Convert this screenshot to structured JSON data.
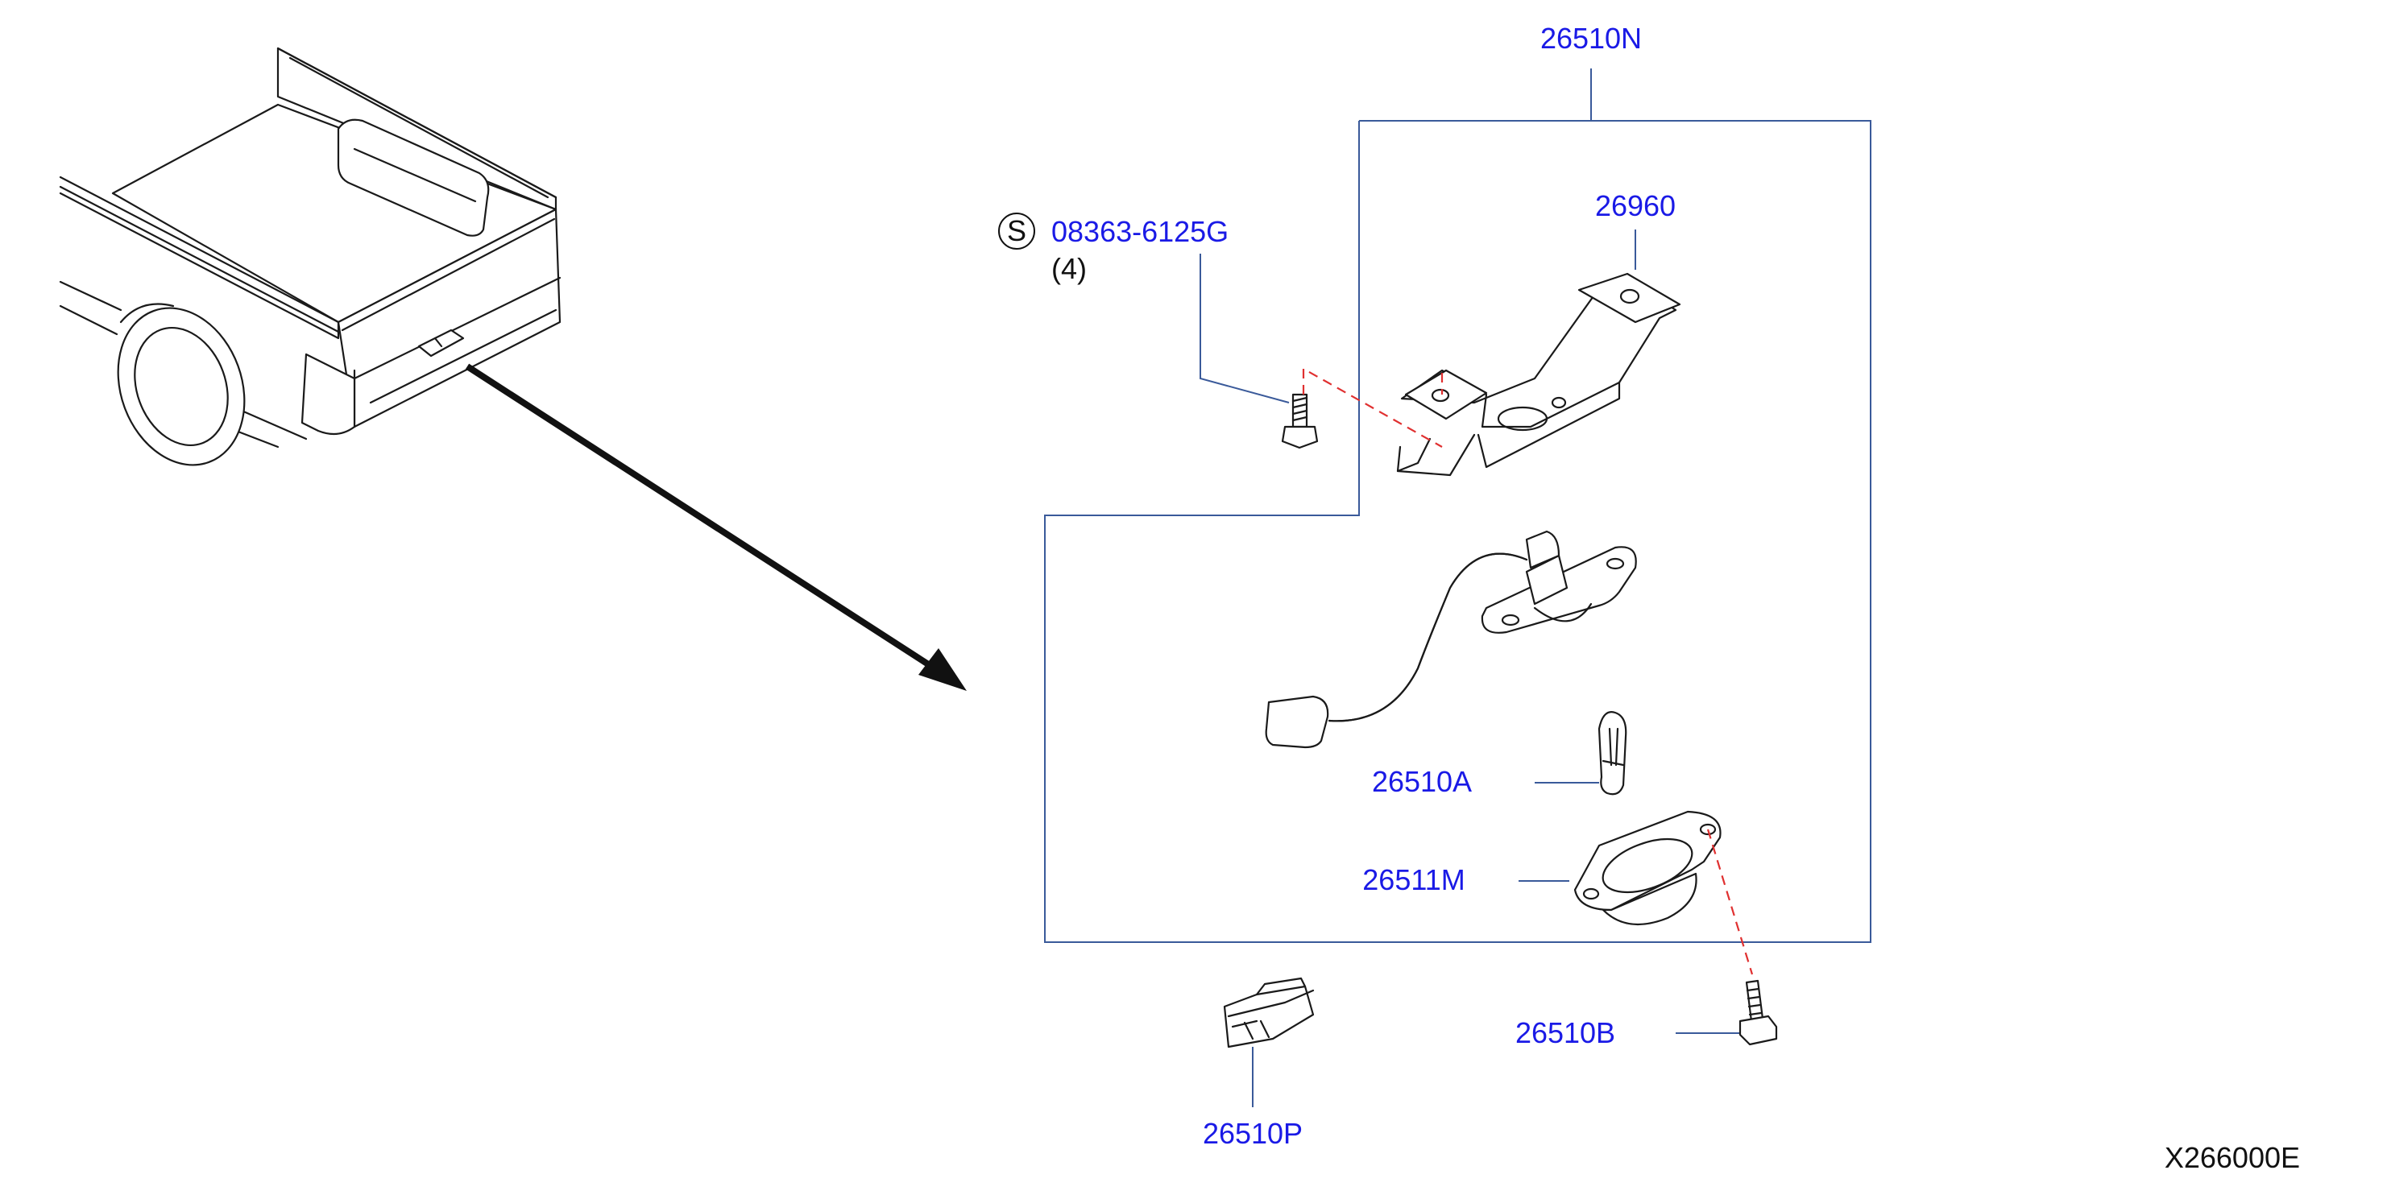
{
  "diagram_code": "X266000E",
  "parts": {
    "assembly": "26510N",
    "bracket": "26960",
    "screw": "08363-6125G",
    "screw_qty": "(4)",
    "screw_symbol": "S",
    "bulb": "26510A",
    "lens": "26511M",
    "lens_screw": "26510B",
    "clip": "26510P"
  },
  "colors": {
    "part_number": "#1a1ae6",
    "assembly_frame": "#3a5a9a",
    "install_dash": "#e03030",
    "line_art": "#1a1a1a"
  }
}
